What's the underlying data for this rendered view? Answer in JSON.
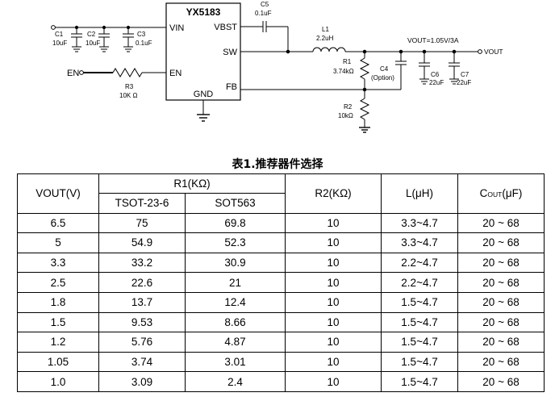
{
  "schematic": {
    "chip_name": "YX5183",
    "pins": {
      "vin": "VIN",
      "en": "EN",
      "vbst": "VBST",
      "sw": "SW",
      "gnd": "GND",
      "fb": "FB"
    },
    "en_input": "EN",
    "vout_label": "VOUT=1.05V/3A",
    "vout_terminal": "VOUT",
    "components": {
      "c1": {
        "ref": "C1",
        "value": "10uF"
      },
      "c2": {
        "ref": "C2",
        "value": "10uF"
      },
      "c3": {
        "ref": "C3",
        "value": "0.1uF"
      },
      "c5": {
        "ref": "C5",
        "value": "0.1uF"
      },
      "l1": {
        "ref": "L1",
        "value": "2.2uH"
      },
      "r1": {
        "ref": "R1",
        "value": "3.74kΩ"
      },
      "r2": {
        "ref": "R2",
        "value": "10kΩ"
      },
      "r3": {
        "ref": "R3",
        "value": "10K Ω"
      },
      "c4": {
        "ref": "C4",
        "value": "(Option)"
      },
      "c6": {
        "ref": "C6",
        "value": "22uF"
      },
      "c7": {
        "ref": "C7",
        "value": "22uF"
      }
    }
  },
  "table": {
    "caption": "表1.推荐器件选择",
    "headers": {
      "vout": "VOUT(V)",
      "r1": "R1(KΩ)",
      "r1_a": "TSOT-23-6",
      "r1_b": "SOT563",
      "r2": "R2(KΩ)",
      "l": "L(μH)",
      "cout_c": "C",
      "cout_sub": "OUT",
      "cout_unit": "(μF)"
    },
    "rows": [
      {
        "vout": "6.5",
        "r1_tsot": "75",
        "r1_sot": "69.8",
        "r2": "10",
        "l": "3.3~4.7",
        "cout": "20 ~ 68"
      },
      {
        "vout": "5",
        "r1_tsot": "54.9",
        "r1_sot": "52.3",
        "r2": "10",
        "l": "3.3~4.7",
        "cout": "20 ~ 68"
      },
      {
        "vout": "3.3",
        "r1_tsot": "33.2",
        "r1_sot": "30.9",
        "r2": "10",
        "l": "2.2~4.7",
        "cout": "20 ~ 68"
      },
      {
        "vout": "2.5",
        "r1_tsot": "22.6",
        "r1_sot": "21",
        "r2": "10",
        "l": "2.2~4.7",
        "cout": "20 ~ 68"
      },
      {
        "vout": "1.8",
        "r1_tsot": "13.7",
        "r1_sot": "12.4",
        "r2": "10",
        "l": "1.5~4.7",
        "cout": "20 ~ 68"
      },
      {
        "vout": "1.5",
        "r1_tsot": "9.53",
        "r1_sot": "8.66",
        "r2": "10",
        "l": "1.5~4.7",
        "cout": "20 ~ 68"
      },
      {
        "vout": "1.2",
        "r1_tsot": "5.76",
        "r1_sot": "4.87",
        "r2": "10",
        "l": "1.5~4.7",
        "cout": "20 ~ 68"
      },
      {
        "vout": "1.05",
        "r1_tsot": "3.74",
        "r1_sot": "3.01",
        "r2": "10",
        "l": "1.5~4.7",
        "cout": "20 ~ 68"
      },
      {
        "vout": "1.0",
        "r1_tsot": "3.09",
        "r1_sot": "2.4",
        "r2": "10",
        "l": "1.5~4.7",
        "cout": "20 ~ 68"
      }
    ]
  }
}
